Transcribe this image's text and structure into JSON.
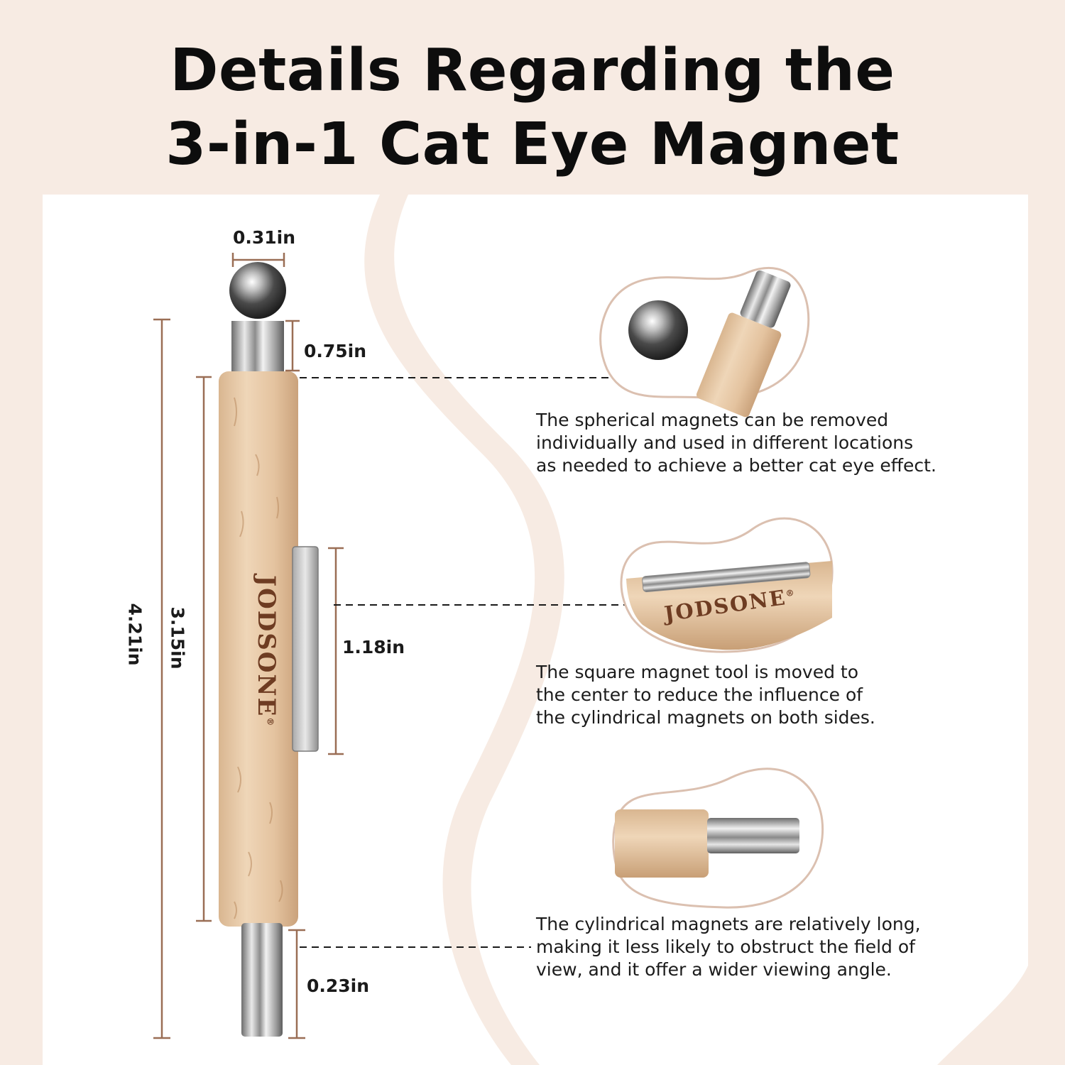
{
  "title": {
    "line1": "Details Regarding the",
    "line2": "3-in-1 Cat Eye Magnet"
  },
  "product": {
    "brand": "JODSONE",
    "registered_mark": "®"
  },
  "dimensions": {
    "ball_width": "0.31in",
    "top_rod": "0.75in",
    "total_length": "4.21in",
    "handle_length": "3.15in",
    "square_magnet": "1.18in",
    "bottom_rod": "0.23in"
  },
  "features": [
    {
      "lines": [
        "The spherical magnets can be removed",
        "individually and used in different locations",
        "as needed to achieve a better cat eye effect."
      ]
    },
    {
      "lines": [
        "The square magnet tool is moved to",
        "the center to reduce the influence of",
        "the cylindrical magnets on both sides."
      ]
    },
    {
      "lines": [
        "The cylindrical magnets are relatively long,",
        "making it less likely to obstruct the field of",
        "view, and it offer a wider viewing angle."
      ]
    }
  ],
  "colors": {
    "background": "#f7ebe3",
    "panel": "#ffffff",
    "wood": "#e6c9a8",
    "dimension_line": "#9a6e55",
    "brand_text": "#6e3c22"
  }
}
